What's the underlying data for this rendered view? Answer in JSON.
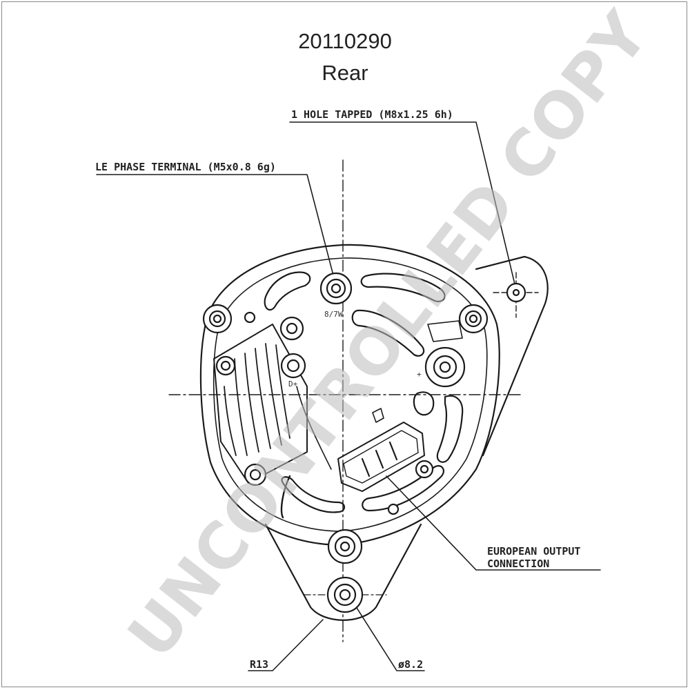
{
  "header": {
    "part_number": "20110290",
    "view": "Rear"
  },
  "callouts": {
    "hole_tapped": "1 HOLE TAPPED (M8x1.25 6h)",
    "phase_terminal": "LE PHASE TERMINAL (M5x0.8 6g)",
    "european_output_line1": "EUROPEAN OUTPUT",
    "european_output_line2": "CONNECTION",
    "radius": "R13",
    "diameter": "ø8.2"
  },
  "small_marks": {
    "w_terminal": "8/7W",
    "plus": "+",
    "d_plus": "D+"
  },
  "watermark": "UNCONTROLLED COPY"
}
